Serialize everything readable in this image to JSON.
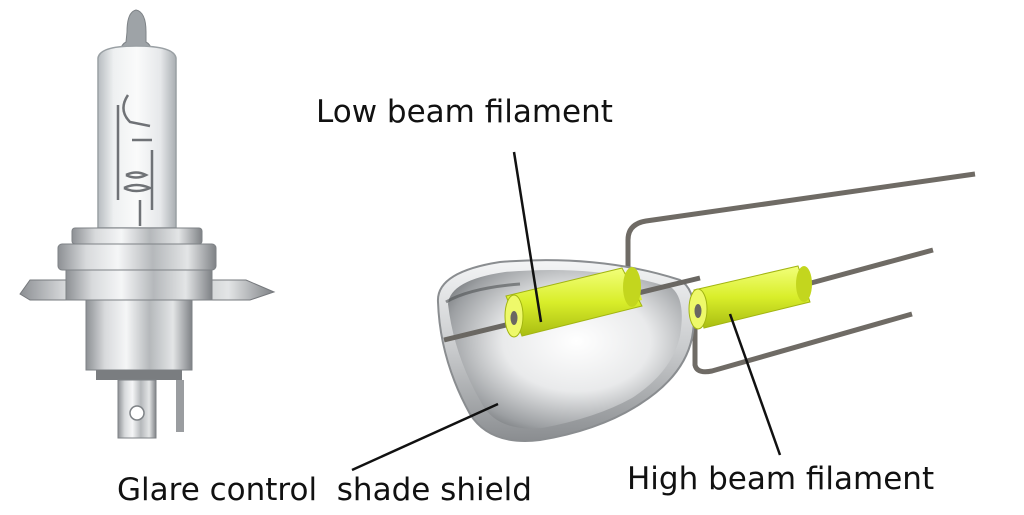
{
  "labels": {
    "low_beam": "Low beam filament",
    "high_beam": "High beam filament",
    "glare_shield": "Glare control  shade shield"
  },
  "colors": {
    "filament": "#d9ee2a",
    "metal": "#b9bcbf",
    "wire": "#7a7670",
    "text": "#111111",
    "background": "#ffffff"
  }
}
